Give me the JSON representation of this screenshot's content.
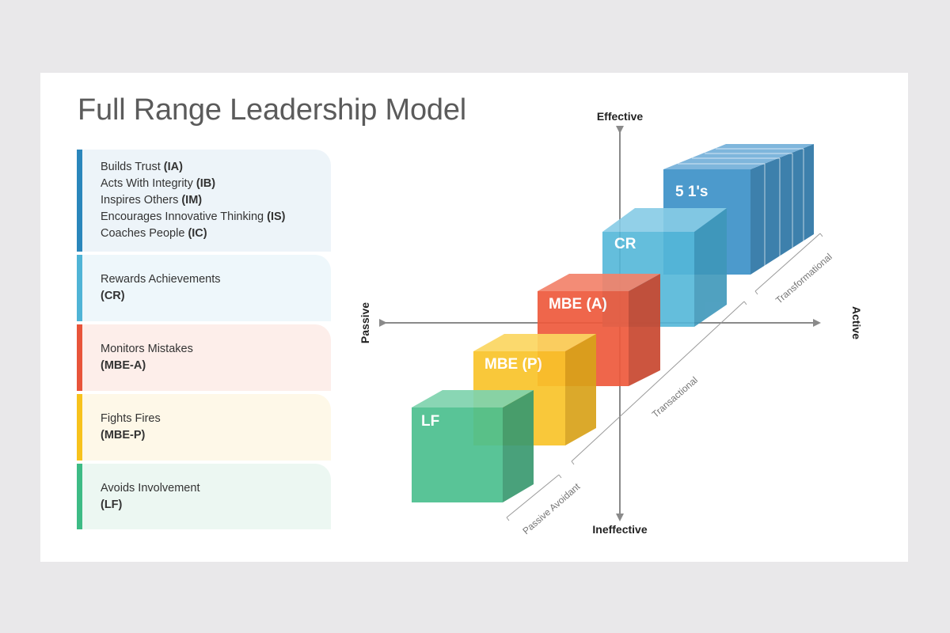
{
  "title": "Full Range Leadership Model",
  "legend": [
    {
      "color": "#2a86bb",
      "bg": "#edf4f9",
      "lines": [
        {
          "text": "Builds Trust ",
          "bold": "(IA)"
        },
        {
          "text": "Acts With Integrity ",
          "bold": "(IB)"
        },
        {
          "text": "Inspires Others ",
          "bold": "(IM)"
        },
        {
          "text": "Encourages Innovative Thinking ",
          "bold": "(IS)"
        },
        {
          "text": "Coaches People ",
          "bold": "(IC)"
        }
      ]
    },
    {
      "color": "#4fb4d6",
      "bg": "#eef7fb",
      "lines": [
        {
          "text": "Rewards Achievements",
          "bold": ""
        },
        {
          "text": "",
          "bold": "(CR)"
        }
      ]
    },
    {
      "color": "#e8543a",
      "bg": "#fdeeea",
      "lines": [
        {
          "text": "Monitors Mistakes",
          "bold": ""
        },
        {
          "text": "",
          "bold": "(MBE-A)"
        }
      ]
    },
    {
      "color": "#f7c21c",
      "bg": "#fef8e8",
      "lines": [
        {
          "text": "Fights Fires",
          "bold": ""
        },
        {
          "text": "",
          "bold": "(MBE-P)"
        }
      ]
    },
    {
      "color": "#3dbb85",
      "bg": "#ecf7f2",
      "lines": [
        {
          "text": "Avoids Involvement",
          "bold": ""
        },
        {
          "text": "",
          "bold": "(LF)"
        }
      ]
    }
  ],
  "axes": {
    "top": "Effective",
    "bottom": "Ineffective",
    "left": "Passive",
    "right": "Active"
  },
  "tiers": [
    "Passive Avoidant",
    "Transactional",
    "Transformational"
  ],
  "cubes": [
    {
      "label": "LF",
      "front": "#4cc08f",
      "side": "#3a9a70",
      "top": "#7fd3ae"
    },
    {
      "label": "MBE (P)",
      "front": "#f9c42a",
      "side": "#d9a21a",
      "top": "#fbd661"
    },
    {
      "label": "MBE (A)",
      "front": "#ee5a3c",
      "side": "#c8472f",
      "top": "#f3836b"
    },
    {
      "label": "CR",
      "front": "#54b7d9",
      "side": "#3e97ba",
      "top": "#87cce6"
    },
    {
      "label": "5 1's",
      "front": "#3f93c9",
      "side": "#2f77a6",
      "top": "#76b1da"
    }
  ]
}
